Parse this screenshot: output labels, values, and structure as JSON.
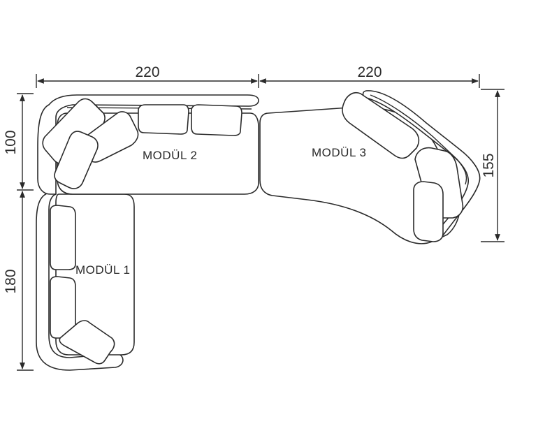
{
  "dimensions": {
    "top_left_width": "220",
    "top_right_width": "220",
    "left_upper_height": "100",
    "left_lower_height": "180",
    "right_height": "155"
  },
  "modules": {
    "module_1": "MODÜL 1",
    "module_2": "MODÜL 2",
    "module_3": "MODÜL 3"
  },
  "colors": {
    "stroke": "#2a2a2a",
    "background": "#ffffff"
  }
}
